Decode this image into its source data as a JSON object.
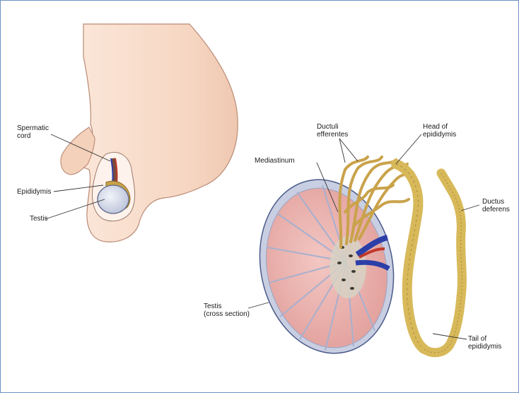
{
  "labels": {
    "spermatic_cord": "Spermatic\ncord",
    "epididymis": "Epididymis",
    "testis": "Testis",
    "mediastinum": "Mediastinum",
    "ductuli_efferentes": "Ductuli\nefferentes",
    "head_of_epididymis": "Head of\nepididymis",
    "ductus_deferens": "Ductus\ndeferens",
    "testis_cross_section": "Testis\n(cross section)",
    "tail_of_epididymis": "Tail of\nepididymis"
  },
  "colors": {
    "frame_border": "#6f8fc4",
    "skin": "#f7d9c6",
    "skin_outline": "#b98a74",
    "testis_tissue": "#eeb7b3",
    "tunica": "#c9cfe2",
    "epididymis_tubule": "#d8b95a",
    "vein_blue": "#2c3fa8",
    "artery_red": "#c0392b"
  }
}
